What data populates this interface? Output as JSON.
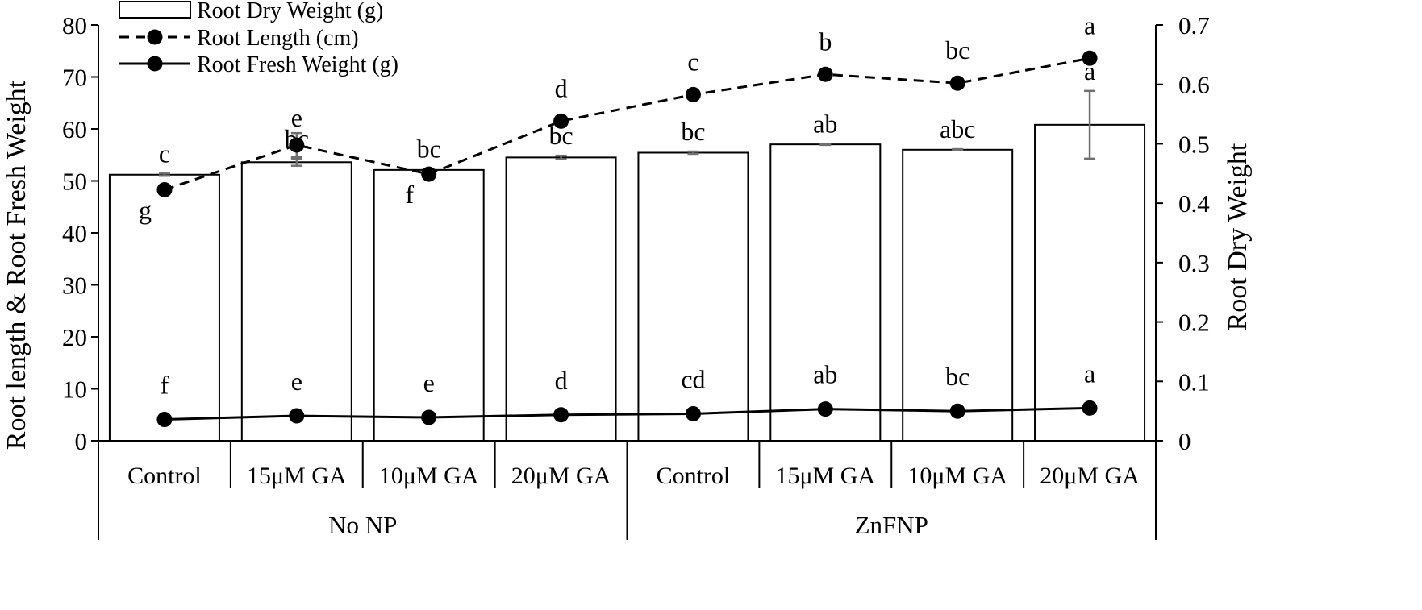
{
  "chart_data": {
    "type": "bar",
    "categories": [
      "Control",
      "15μM GA",
      "10μM GA",
      "20μM GA",
      "Control",
      "15μM GA",
      "10μM GA",
      "20μM GA"
    ],
    "groups": [
      {
        "label": "No NP",
        "span": [
          0,
          3
        ]
      },
      {
        "label": "ZnFNP",
        "span": [
          4,
          7
        ]
      }
    ],
    "y_left": {
      "label": "Root length & Root Fresh Weight",
      "range": [
        0,
        80
      ],
      "ticks": [
        "0",
        "10",
        "20",
        "30",
        "40",
        "50",
        "60",
        "70",
        "80"
      ]
    },
    "y_right": {
      "label": "Root Dry Weight",
      "range": [
        0,
        0.7
      ],
      "ticks": [
        "0",
        "0.1",
        "0.2",
        "0.3",
        "0.4",
        "0.5",
        "0.6",
        "0.7"
      ]
    },
    "series": [
      {
        "name": "Root Dry Weight (g)",
        "type": "bar",
        "axis": "right",
        "values": [
          0.448,
          0.469,
          0.456,
          0.477,
          0.485,
          0.499,
          0.49,
          0.532
        ],
        "errors": [
          0.002,
          0.006,
          0.002,
          0.003,
          0.002,
          0.001,
          0.001,
          0.057
        ],
        "letters": [
          "c",
          "bc",
          "bc",
          "bc",
          "bc",
          "ab",
          "abc",
          "a"
        ]
      },
      {
        "name": "Root Length (cm)",
        "type": "line",
        "style": "dashed",
        "axis": "left",
        "values": [
          48.3,
          56.9,
          51.3,
          61.5,
          66.6,
          70.5,
          68.8,
          73.6
        ],
        "errors": [
          0.3,
          2.3,
          0.8,
          0.4,
          0.3,
          0.3,
          0.2,
          0.3
        ],
        "letters": [
          "g",
          "e",
          "f",
          "d",
          "c",
          "b",
          "bc",
          "a"
        ]
      },
      {
        "name": "Root Fresh Weight (g)",
        "type": "line",
        "style": "solid",
        "axis": "left",
        "values": [
          4.1,
          4.8,
          4.5,
          5.0,
          5.2,
          6.1,
          5.7,
          6.3
        ],
        "letters": [
          "f",
          "e",
          "e",
          "d",
          "cd",
          "ab",
          "bc",
          "a"
        ]
      }
    ],
    "legend": "top-left",
    "grid": false,
    "colors": {
      "bar_fill": "#ffffff",
      "stroke": "#000000",
      "error_bar": "#707070"
    }
  }
}
